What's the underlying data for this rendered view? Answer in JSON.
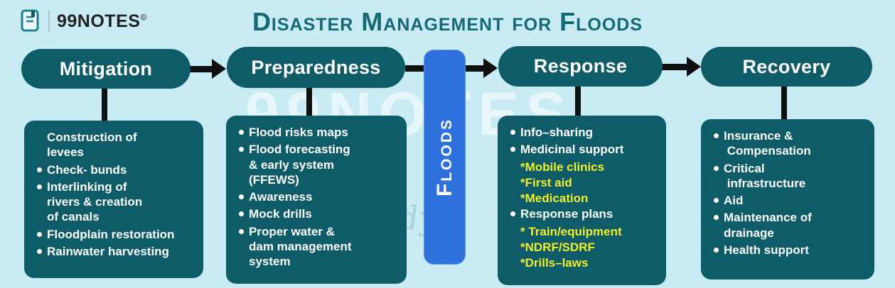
{
  "page": {
    "bg": "#c9ebf3",
    "watermark": "99NOTES",
    "watermark_script": "Study"
  },
  "header": {
    "brand": "99NOTES",
    "copyright": "©",
    "title": "Disaster Management for Floods"
  },
  "banner": {
    "label": "Floods"
  },
  "columns": [
    {
      "title": "Mitigation",
      "items": [
        {
          "type": "plain",
          "text": "Construction of\nlevees"
        },
        {
          "type": "bullet",
          "text": "Check- bunds"
        },
        {
          "type": "bullet",
          "text": "Interlinking of\nrivers & creation\nof canals"
        },
        {
          "type": "bullet",
          "text": "Floodplain restoration"
        },
        {
          "type": "bullet",
          "text": "Rainwater harvesting"
        }
      ]
    },
    {
      "title": "Preparedness",
      "items": [
        {
          "type": "bullet",
          "text": "Flood risks maps"
        },
        {
          "type": "bullet",
          "text": "Flood forecasting\n& early system\n(FFEWS)"
        },
        {
          "type": "bullet",
          "text": "Awareness"
        },
        {
          "type": "bullet",
          "text": "Mock drills"
        },
        {
          "type": "bullet",
          "text": "Proper water &\ndam management\nsystem"
        }
      ]
    },
    {
      "title": "Response",
      "items": [
        {
          "type": "bullet",
          "text": "Info–sharing"
        },
        {
          "type": "bullet",
          "text": "Medicinal support"
        },
        {
          "type": "sub",
          "text": "*Mobile clinics"
        },
        {
          "type": "sub",
          "text": "*First aid"
        },
        {
          "type": "sub",
          "text": "*Medication"
        },
        {
          "type": "bullet",
          "text": "Response plans"
        },
        {
          "type": "sub",
          "text": "* Train/equipment"
        },
        {
          "type": "sub",
          "text": "*NDRF/SDRF"
        },
        {
          "type": "sub",
          "text": "*Drills–laws"
        }
      ]
    },
    {
      "title": "Recovery",
      "items": [
        {
          "type": "bullet",
          "text": "Insurance &\n Compensation"
        },
        {
          "type": "bullet",
          "text": "Critical\n infrastructure"
        },
        {
          "type": "bullet",
          "text": "Aid"
        },
        {
          "type": "bullet",
          "text": "Maintenance of\ndrainage"
        },
        {
          "type": "bullet",
          "text": "Health support"
        }
      ]
    }
  ],
  "colors": {
    "background": "#c9ebf3",
    "box_teal": "#0d5c68",
    "accent_yellow": "#f0ee2e",
    "banner_blue": "#2e71dd",
    "title_teal": "#156974",
    "arrow_black": "#101010"
  }
}
